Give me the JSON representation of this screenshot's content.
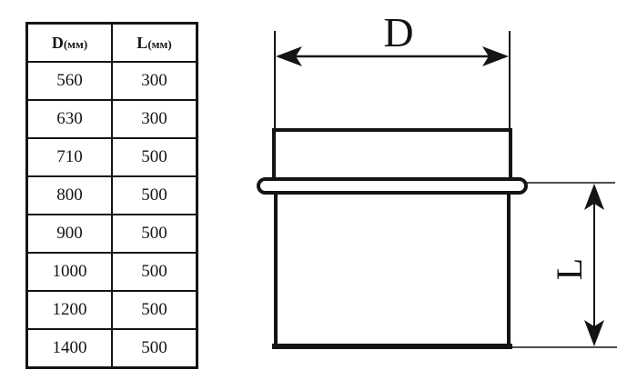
{
  "page": {
    "background": "#ffffff",
    "ink": "#141414"
  },
  "table": {
    "columns": [
      {
        "letter": "D",
        "unit": "(мм)"
      },
      {
        "letter": "L",
        "unit": "(мм)"
      }
    ],
    "rows": [
      [
        "560",
        "300"
      ],
      [
        "630",
        "300"
      ],
      [
        "710",
        "500"
      ],
      [
        "800",
        "500"
      ],
      [
        "900",
        "500"
      ],
      [
        "1000",
        "500"
      ],
      [
        "1200",
        "500"
      ],
      [
        "1400",
        "500"
      ]
    ]
  },
  "diagram": {
    "width_label": "D",
    "height_label": "L"
  }
}
